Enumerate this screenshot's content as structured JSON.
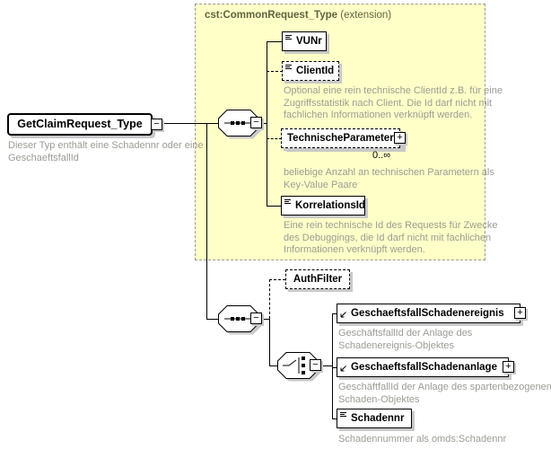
{
  "root_element": {
    "name": "GetClaimRequest_Type",
    "annotation": "Dieser Typ enthält eine Schadennr oder eine GeschaeftsfallId"
  },
  "base_type": {
    "title": "cst:CommonRequest_Type",
    "qualifier": " (extension)"
  },
  "icons": {
    "collapse": "−",
    "expand": "+"
  },
  "common": {
    "vunr": {
      "name": "VUNr"
    },
    "clientid": {
      "name": "ClientId",
      "annotation": "Optional eine rein technische ClientId z.B. für eine Zugriffsstatistik nach Client. Die Id darf nicht mit fachlichen Informationen verknüpft werden."
    },
    "technische_parameter": {
      "name": "TechnischeParameter",
      "multiplicity": "0..∞",
      "annotation": "beliebige Anzahl an technischen Parametern als Key-Value Paare"
    },
    "korrelationsid": {
      "name": "KorrelationsId",
      "annotation": "Eine rein technische Id des Requests für Zwecke des Debuggings, die Id darf nicht mit fachlichen Informationen verknüpft werden."
    }
  },
  "request": {
    "authfilter": {
      "name": "AuthFilter"
    },
    "schadenereignis": {
      "name": "GeschaeftsfallSchadenereignis",
      "annotation": "GeschäftsfallId der Anlage des Schadenereignis-Objektes"
    },
    "schadenanlage": {
      "name": "GeschaeftsfallSchadenanlage",
      "annotation": "GeschäftfallId der Anlage des spartenbezogenen Schaden-Objektes"
    },
    "schadennr": {
      "name": "Schadennr",
      "annotation": "Schadennummer als omds:Schadennr"
    }
  },
  "colors": {
    "extension_fill": "#ffffc8",
    "extension_border": "#9a9a9a",
    "extension_title": "#63633f",
    "annotation_text": "#9c9c94",
    "box_shadow": "#c9c9c9",
    "line": "#000000"
  }
}
